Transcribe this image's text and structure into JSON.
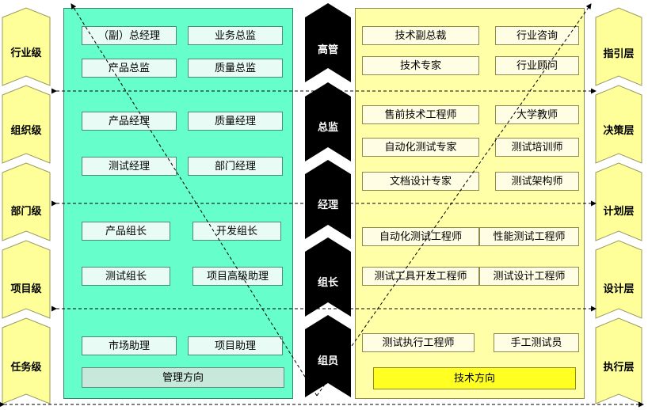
{
  "left_levels": [
    "行业级",
    "组织级",
    "部门级",
    "项目级",
    "任务级"
  ],
  "center_ranks": [
    "高管",
    "总监",
    "经理",
    "组长",
    "组员"
  ],
  "right_layers": [
    "指引层",
    "决策层",
    "计划层",
    "设计层",
    "执行层"
  ],
  "management": {
    "roles": [
      "（副）总经理",
      "业务总监",
      "产品总监",
      "质量总监",
      "产品经理",
      "质量经理",
      "测试经理",
      "部门经理",
      "产品组长",
      "开发组长",
      "测试组长",
      "项目高级助理",
      "市场助理",
      "项目助理"
    ],
    "footer": "管理方向"
  },
  "technical": {
    "roles": [
      "技术副总裁",
      "行业咨询",
      "技术专家",
      "行业顾问",
      "售前技术工程师",
      "大学教师",
      "自动化测试专家",
      "测试培训师",
      "文档设计专家",
      "测试架构师",
      "自动化测试工程师",
      "性能测试工程师",
      "测试工具开发工程师",
      "测试设计工程师",
      "测试执行工程师",
      "手工测试员"
    ],
    "footer": "技术方向"
  },
  "colors": {
    "management_panel": "#66ffcc",
    "technical_panel": "#ffffa8",
    "side_chevron": "#ffff99",
    "center_chevron": "#000000",
    "management_box": "#e8fbf4",
    "management_footer": "#c9e8dc",
    "technical_footer": "#ffff22"
  }
}
